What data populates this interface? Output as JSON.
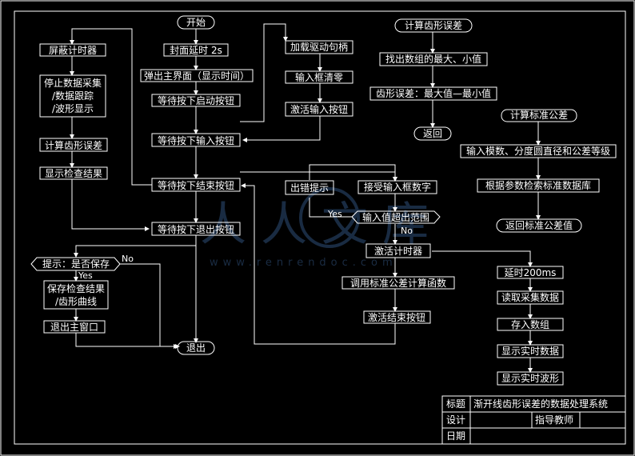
{
  "nodes": {
    "start": "开始",
    "splash_delay": "封面延时 2s",
    "show_main": "弹出主界面（显示时间）",
    "wait_start": "等待按下启动按钮",
    "wait_input": "等待按下输入按钮",
    "wait_end": "等待按下结束按钮",
    "wait_exit": "等待按下退出按钮",
    "mask_timer": "屏蔽计时器",
    "stop_collect_1": "停止数据采集",
    "stop_collect_2": "/数据跟踪",
    "stop_collect_3": "/波形显示",
    "calc_error_left": "计算齿形误差",
    "show_result": "显示检查结果",
    "save_prompt": "提示：是否保存",
    "save_result_1": "保存检查结果",
    "save_result_2": "/齿形曲线",
    "exit_main": "退出主窗口",
    "exit": "退出",
    "load_handle": "加载驱动句柄",
    "clear_input": "输入框清零",
    "activate_input": "激活输入按钮",
    "input_error": "出错提示",
    "accept_input": "接受输入框数字",
    "input_range": "输入值超出范围",
    "activate_timer": "激活计时器",
    "call_std": "调用标准公差计算函数",
    "activate_end": "激活结束按钮",
    "calc_error_title": "计算齿形误差",
    "find_minmax": "找出数组的最大、小值",
    "error_formula": "齿形误差：最大值—最小值",
    "return": "返回",
    "calc_std_title": "计算标准公差",
    "input_params": "输入模数、分度圆直径和公差等级",
    "search_db": "根据参数检索标准数据库",
    "return_std": "返回标准公差值",
    "delay": "延时200ms",
    "read_data": "读取采集数据",
    "store_array": "存入数组",
    "show_realtime": "显示实时数据",
    "show_wave": "显示实时波形"
  },
  "labels": {
    "yes": "Yes",
    "no": "No"
  },
  "title_block": {
    "title_label": "标题",
    "title_value": "渐开线齿形误差的数据处理系统",
    "design_label": "设计",
    "advisor_label": "指导教师",
    "date_label": "日期"
  },
  "watermark": {
    "brand": "人人文库",
    "url": "www.renrendoc.com"
  },
  "colors": {
    "background": "#000000",
    "line": "#ffffff",
    "watermark": "#2f4f78"
  }
}
